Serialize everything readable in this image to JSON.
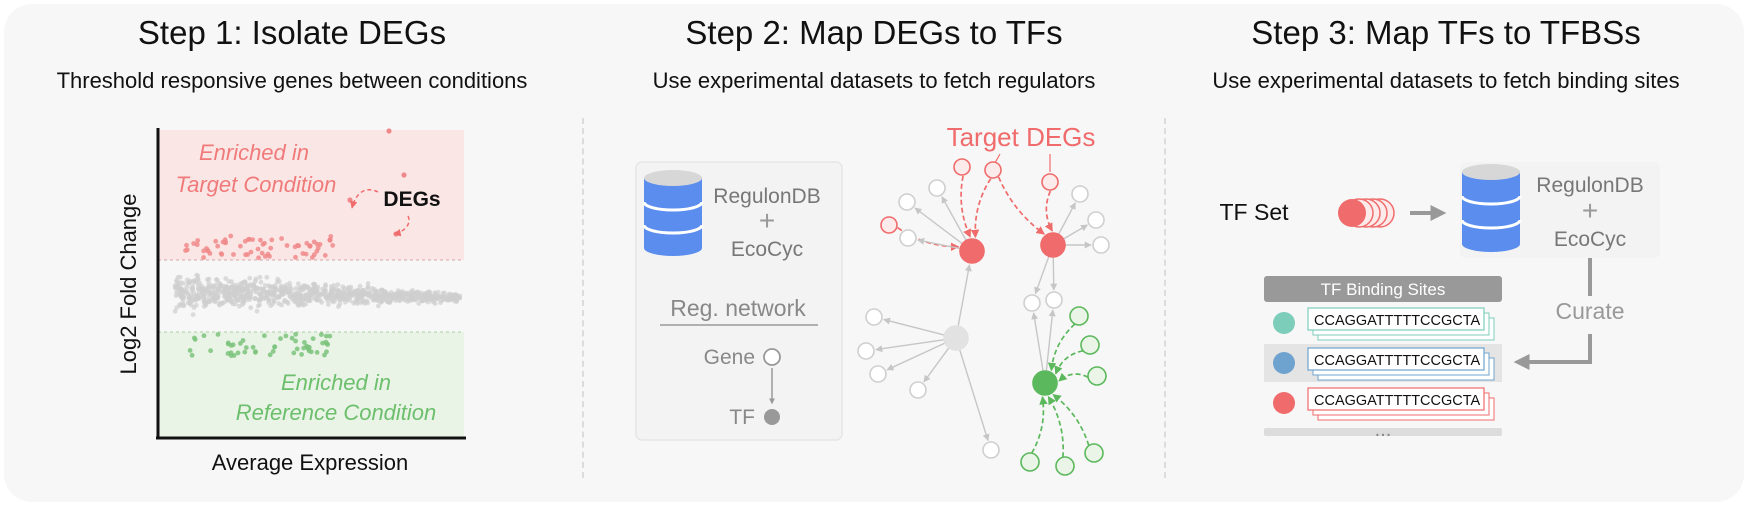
{
  "steps": [
    {
      "title": "Step 1: Isolate DEGs",
      "subtitle": "Threshold responsive genes between conditions"
    },
    {
      "title": "Step 2: Map DEGs to TFs",
      "subtitle": "Use experimental datasets to fetch regulators"
    },
    {
      "title": "Step 3: Map TFs to TFBSs",
      "subtitle": "Use experimental datasets to fetch binding sites"
    }
  ],
  "step1": {
    "ylabel": "Log2 Fold Change",
    "xlabel": "Average Expression",
    "enriched_target": [
      "Enriched in",
      "Target Condition"
    ],
    "enriched_reference": [
      "Enriched in",
      "Reference Condition"
    ],
    "degs_label": "DEGs"
  },
  "step2": {
    "db_name": "RegulonDB",
    "plus": "+",
    "db_name2": "EcoCyc",
    "legend_title": "Reg. network",
    "legend_gene": "Gene",
    "legend_tf": "TF",
    "target_label": "Target DEGs"
  },
  "step3": {
    "tf_set_label": "TF Set",
    "db_name": "RegulonDB",
    "plus": "+",
    "db_name2": "EcoCyc",
    "curate_label": "Curate",
    "table_header": "TF Binding Sites",
    "sequences": [
      "CCAGGATTTTTCCGCTA",
      "CCAGGATTTTTCCGCTA",
      "CCAGGATTTTTCCGCTA"
    ],
    "more": "..."
  },
  "colors": {
    "red": "#f06b6b",
    "green": "#5cb85c",
    "grey": "#c8c8c8",
    "db_blue": "#5b8def",
    "teal": "#7ccdb9",
    "steel_blue": "#6fa3cf"
  }
}
